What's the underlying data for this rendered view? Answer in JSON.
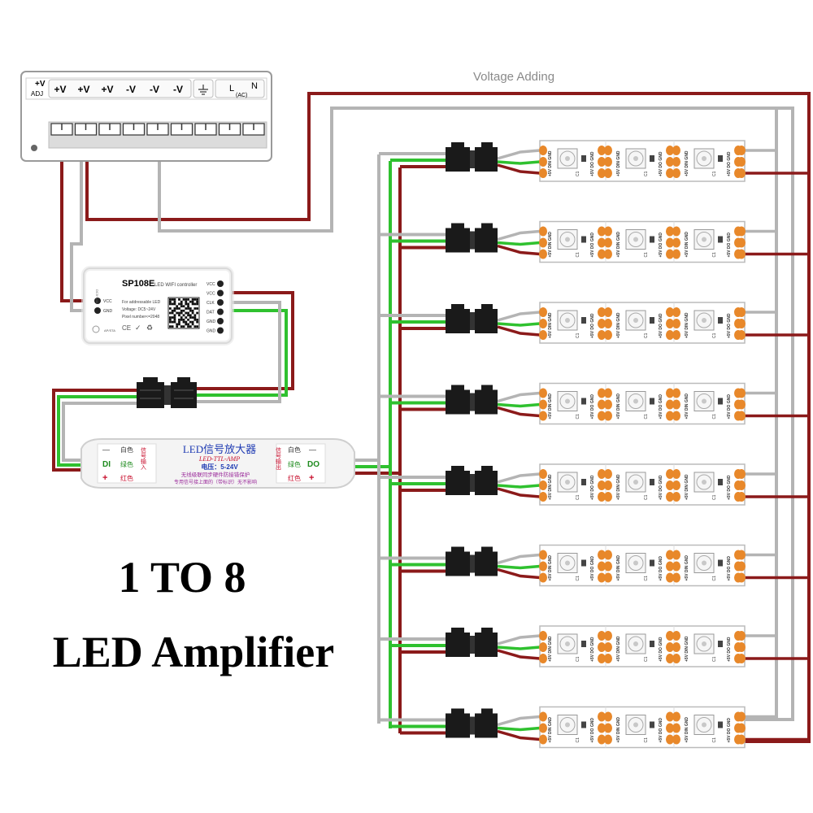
{
  "power_supply": {
    "adj_top": "+V",
    "adj_bottom": "ADJ",
    "terminals": [
      "+V",
      "+V",
      "+V",
      "-V",
      "-V",
      "-V"
    ],
    "l_label": "L",
    "ac_label": "(AC)",
    "n_label": "N",
    "ground_icon": "ground-icon"
  },
  "voltage_label": "Voltage Adding",
  "controller": {
    "model": "SP108E",
    "subtitle": "LED WIFI controller",
    "info_lines": [
      "For addressable LED",
      "Voltage: DC5~24V",
      "Pixel number<=2048"
    ],
    "input_labels": [
      "VCC",
      "GND"
    ],
    "output_labels": [
      "VCC",
      "VCC",
      "CLK",
      "DAT",
      "GND",
      "GND"
    ],
    "side_text": "DC5~24V",
    "bottom_label": "AP/STA",
    "marks": [
      "CE",
      "✓",
      "♻"
    ]
  },
  "amplifier": {
    "title": "LED信号放大器",
    "subtitle": "LED-TTL-AMP",
    "voltage": "电压：5-24V",
    "line1": "无线级联同步硬件防接错保护",
    "line2": "专用信号接上面的（带标识）无不影响",
    "left_labels": [
      "白色",
      "绿色",
      "红色"
    ],
    "left_code": "DI",
    "left_side": "信号输入",
    "right_labels": [
      "白色",
      "绿色",
      "红色"
    ],
    "right_code": "DO",
    "right_side": "信号输出",
    "minus": "—",
    "plus": "+"
  },
  "strip_labels": {
    "pad_group": [
      "+5V",
      "DIN",
      "GND"
    ],
    "pad_out": [
      "+5V",
      "DO",
      "GND"
    ],
    "cap": "C1"
  },
  "strip_count": 8,
  "heading": {
    "line1": "1 TO 8",
    "line2": "LED Amplifier"
  },
  "colors": {
    "red": "#8b1a1a",
    "gray": "#b4b4b4",
    "green": "#2fc12f",
    "pad": "#e8882a",
    "connector": "#1a1a1a"
  }
}
